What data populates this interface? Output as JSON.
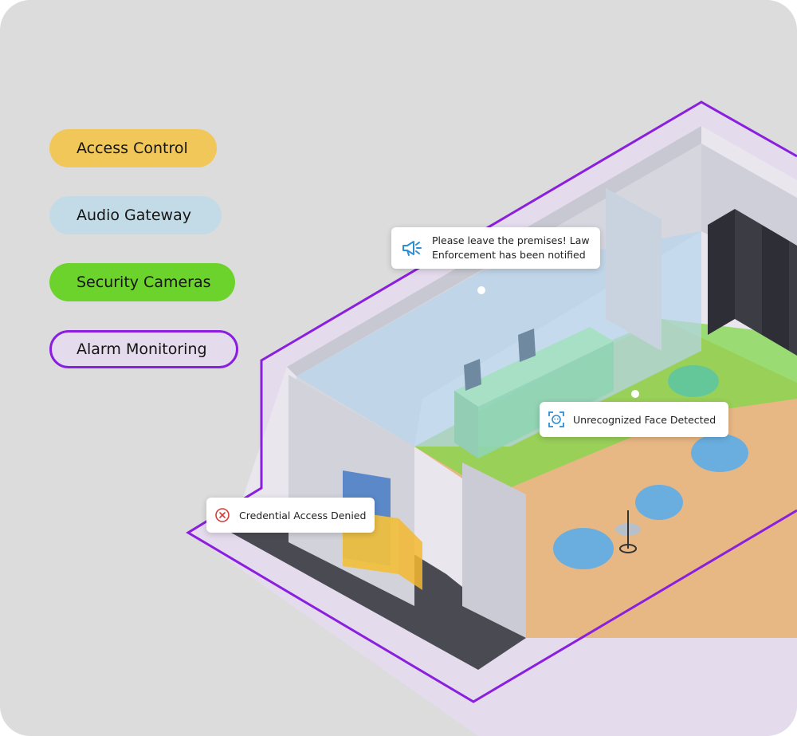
{
  "legend": {
    "access_control": "Access Control",
    "audio_gateway": "Audio Gateway",
    "security_cameras": "Security Cameras",
    "alarm_monitoring": "Alarm Monitoring"
  },
  "notifications": {
    "audio_message": "Please leave the premises! Law Enforcement has been notified",
    "face_message": "Unrecognized Face Detected",
    "access_message": "Credential Access Denied"
  },
  "icons": {
    "audio": "megaphone-icon",
    "face": "face-scan-icon",
    "access": "error-x-icon"
  },
  "colors": {
    "access_control": "#f0c758",
    "audio_gateway": "#c3dbe7",
    "security_cameras": "#6cd22c",
    "alarm_monitoring": "#8a1fe0",
    "denied": "#d63b3b",
    "info": "#2c8fd6"
  }
}
